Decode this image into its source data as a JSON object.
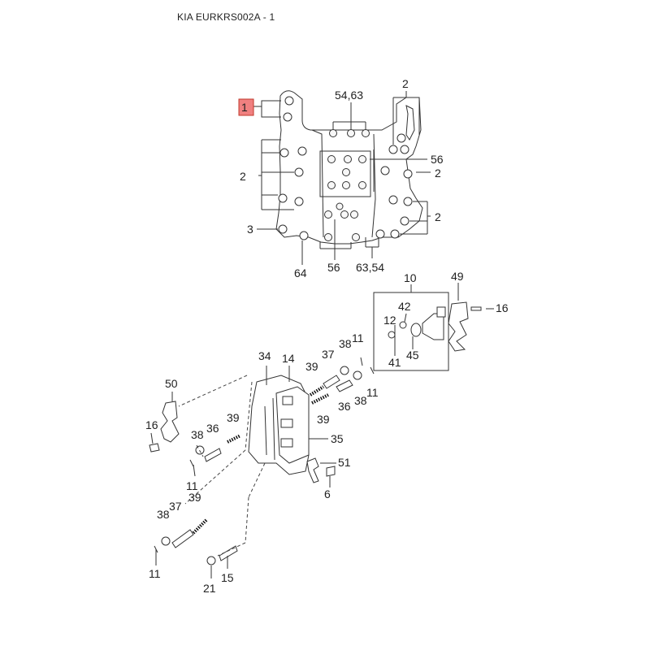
{
  "header": {
    "title": "KIA EURKRS002A - 1"
  },
  "highlight_color": "#f08080",
  "callouts": {
    "c1": "1",
    "c54_63": "54,63",
    "c2_top": "2",
    "c56_a": "56",
    "c2_right1": "2",
    "c2_left": "2",
    "c2_right2": "2",
    "c3": "3",
    "c64": "64",
    "c56_b": "56",
    "c63_54": "63,54",
    "c10": "10",
    "c49": "49",
    "c42": "42",
    "c16_a": "16",
    "c12": "12",
    "c41": "41",
    "c45": "45",
    "c34": "34",
    "c14": "14",
    "c37_a": "37",
    "c38_a": "38",
    "c11_a": "11",
    "c39_a": "39",
    "c36_a": "36",
    "c38_b": "38",
    "c11_b": "11",
    "c39_b": "39",
    "c50": "50",
    "c16_b": "16",
    "c38_c": "38",
    "c36_b": "36",
    "c39_c": "39",
    "c35": "35",
    "c51": "51",
    "c11_c": "11",
    "c6": "6",
    "c39_d": "39",
    "c37_b": "37",
    "c38_d": "38",
    "c11_d": "11",
    "c21": "21",
    "c15": "15"
  }
}
